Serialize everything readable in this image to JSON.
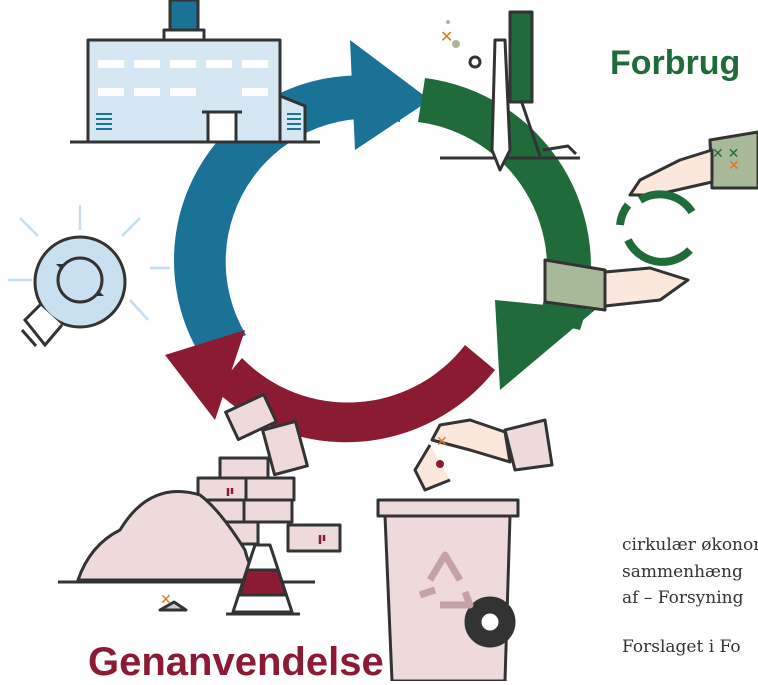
{
  "labels": {
    "consumption": "Forbrug",
    "bottom_fragment": "Genanvendelse"
  },
  "body_text": {
    "lines": [
      "cirkulær økonomi",
      "sammenhæng",
      "af – Forsyning"
    ],
    "paragraph_start": "Forslaget i Fo"
  },
  "colors": {
    "production_blue": "#1a7396",
    "consumption_green": "#1f6b3a",
    "waste_red": "#8b1a33",
    "light_blue_fill": "#d5e7f3",
    "pink_fill": "#eedadb",
    "sage_fill": "#a8b99a",
    "accent_orange": "#e8731a",
    "outline": "#333333"
  },
  "icons": [
    "factory-icon",
    "lightbulb-icon",
    "tools-icon",
    "hand-exchange-icon",
    "hand-throwing-icon",
    "trash-bin-icon",
    "recycle-icon",
    "bricks-icon",
    "rubble-icon",
    "traffic-cone-icon"
  ]
}
